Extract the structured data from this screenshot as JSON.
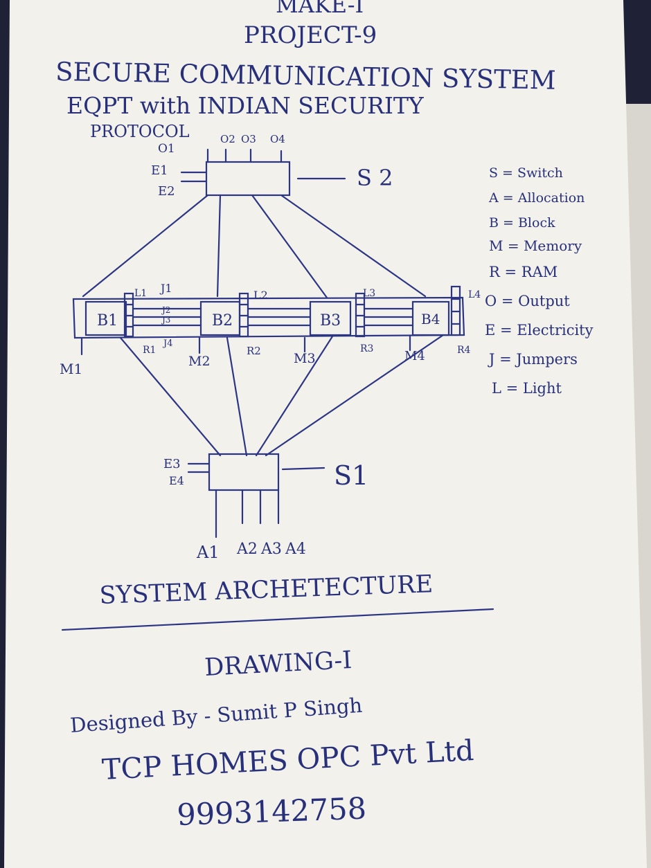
{
  "heading": {
    "make": "MAKE-I",
    "project": "PROJECT-9",
    "title_line1": "SECURE COMMUNICATION SYSTEM",
    "title_line2": "EQPT with INDIAN SECURITY",
    "title_line3": "PROTOCOL"
  },
  "diagram": {
    "s2": {
      "outputs": [
        "O1",
        "O2",
        "O3",
        "O4"
      ],
      "inputs": [
        "E1",
        "E2"
      ],
      "label": "S 2"
    },
    "blocks": [
      {
        "block": "B1",
        "memory": "M1",
        "ram": "R1",
        "light": "L1"
      },
      {
        "block": "B2",
        "memory": "M2",
        "ram": "R2",
        "light": "L2"
      },
      {
        "block": "B3",
        "memory": "M3",
        "ram": "R3",
        "light": "L3"
      },
      {
        "block": "B4",
        "memory": "M4",
        "ram": "R4",
        "light": "L4"
      }
    ],
    "jumpers": [
      "J1",
      "J2",
      "J3",
      "J4"
    ],
    "s1": {
      "inputs": [
        "E3",
        "E4"
      ],
      "label": "S1",
      "allocations": [
        "A1",
        "A2",
        "A3",
        "A4"
      ]
    }
  },
  "legend": [
    "S = Switch",
    "A = Allocation",
    "B = Block",
    "M = Memory",
    "R = RAM",
    "O = Output",
    "E = Electricity",
    "J = Jumpers",
    "L = Light"
  ],
  "footer": {
    "caption": "SYSTEM ARCHETECTURE",
    "drawing": "DRAWING-I",
    "designed_by": "Designed By - Sumit P Singh",
    "company": "TCP HOMES OPC Pvt Ltd",
    "phone": "9993142758"
  },
  "colors": {
    "ink": "#2c3584",
    "paper": "#f2f1ec",
    "background": "#1f2236"
  }
}
